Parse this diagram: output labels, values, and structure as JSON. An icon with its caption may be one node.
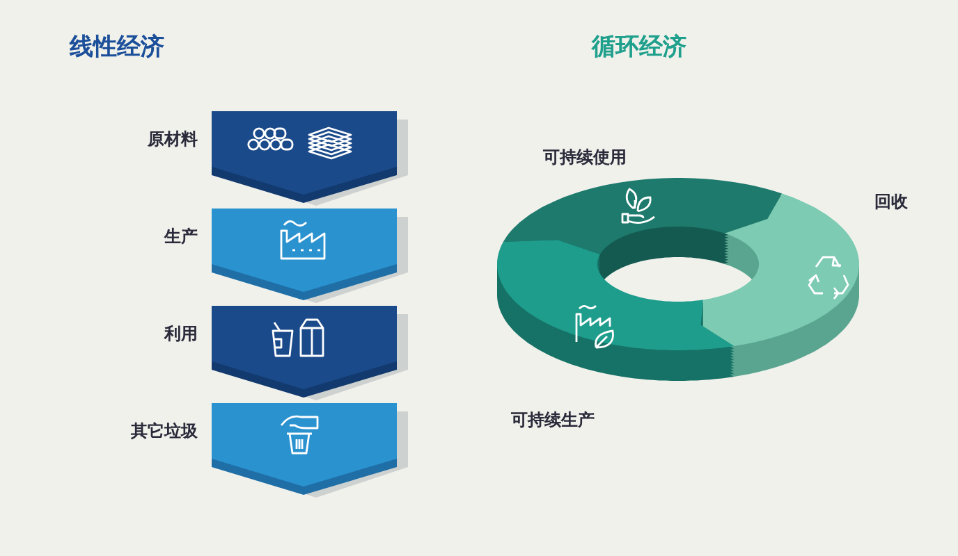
{
  "diagram": {
    "nodes": [
      {
        "text": [],
        "shape": "chevron",
        "beside": [
          "原材料"
        ]
      },
      {
        "text": [],
        "shape": "chevron",
        "beside": [
          "生产"
        ]
      },
      {
        "text": [],
        "shape": "chevron",
        "beside": [
          "利用"
        ]
      },
      {
        "text": [],
        "shape": "chevron",
        "beside": [
          "其它垃圾"
        ]
      },
      {
        "text": [],
        "shape": "arrow",
        "beside": [
          "可持续使用"
        ]
      },
      {
        "text": [],
        "shape": "arrow",
        "beside": [
          "回收"
        ]
      },
      {
        "text": [],
        "shape": "arrow",
        "beside": [
          "可持续生产"
        ]
      }
    ],
    "labels": [
      "线性经济",
      "循环经济"
    ]
  }
}
